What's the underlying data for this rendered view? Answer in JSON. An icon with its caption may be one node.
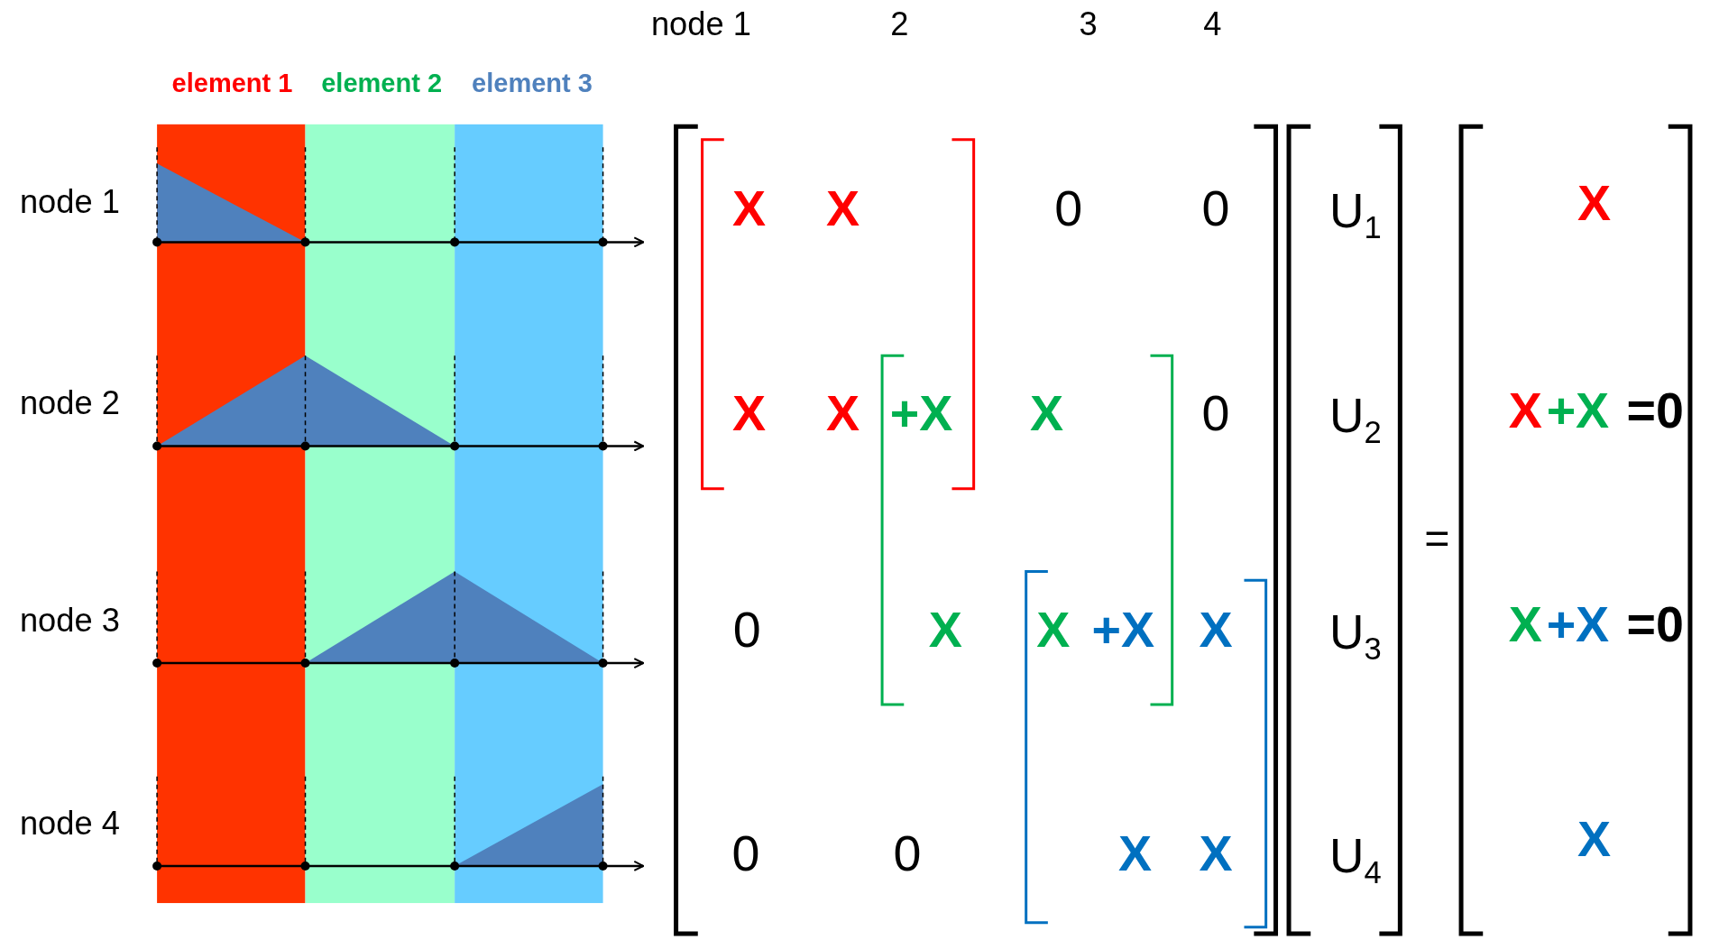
{
  "diagram": {
    "labels": [
      "node 1",
      "2",
      "3",
      "4",
      "element 1",
      "element 2",
      "element 3",
      "node 1",
      "node 2",
      "node 3",
      "node 4",
      "X",
      "X",
      "0",
      "0",
      "X",
      "X",
      "+X",
      "X",
      "0",
      "0",
      "X",
      "X",
      "+X",
      "X",
      "0",
      "0",
      "X",
      "X",
      "U$_{1}$",
      "U$_{2}$",
      "U$_{3}$",
      "U$_{4}$",
      "=",
      "X",
      "X",
      "+X",
      "=0",
      "X",
      "+X",
      "=0",
      "X"
    ]
  }
}
